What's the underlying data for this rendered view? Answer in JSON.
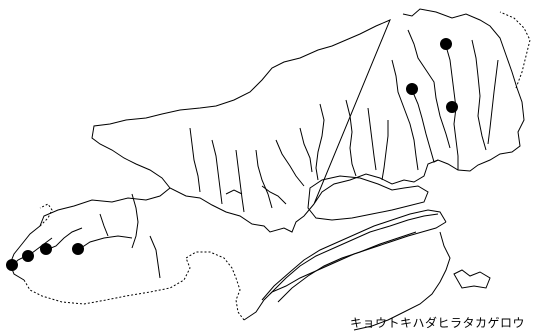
{
  "map": {
    "caption": "キョウトキハダヒラタカゲロウ",
    "colors": {
      "background": "#ffffff",
      "line": "#000000",
      "marker": "#000000"
    },
    "markers": [
      {
        "name": "occurrence-point-1"
      },
      {
        "name": "occurrence-point-2"
      },
      {
        "name": "occurrence-point-3"
      },
      {
        "name": "occurrence-point-4"
      },
      {
        "name": "occurrence-point-5"
      },
      {
        "name": "occurrence-point-6"
      },
      {
        "name": "occurrence-point-7"
      }
    ]
  }
}
